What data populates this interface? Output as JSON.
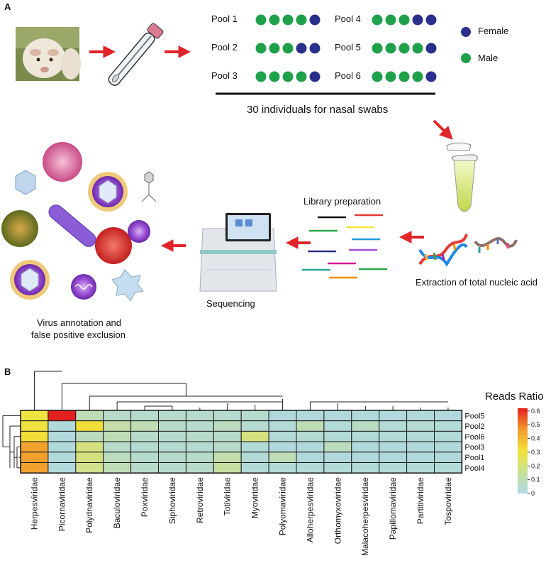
{
  "panel_a": {
    "label": "A",
    "pools": [
      {
        "name": "Pool 1",
        "dots": [
          "male",
          "male",
          "male",
          "male",
          "female"
        ]
      },
      {
        "name": "Pool 2",
        "dots": [
          "male",
          "male",
          "male",
          "female",
          "female"
        ]
      },
      {
        "name": "Pool 3",
        "dots": [
          "male",
          "male",
          "male",
          "male",
          "female"
        ]
      },
      {
        "name": "Pool 4",
        "dots": [
          "male",
          "male",
          "male",
          "female",
          "female"
        ]
      },
      {
        "name": "Pool 5",
        "dots": [
          "male",
          "male",
          "male",
          "male",
          "female"
        ]
      },
      {
        "name": "Pool 6",
        "dots": [
          "male",
          "male",
          "male",
          "male",
          "female"
        ]
      }
    ],
    "legend": {
      "female": "Female",
      "male": "Male"
    },
    "swab_caption": "30 individuals for nasal swabs",
    "library_label": "Library preparation",
    "extraction_label": "Extraction of  total nucleic acid",
    "sequencing_label": "Sequencing",
    "annotation_label_line1": "Virus annotation and",
    "annotation_label_line2": "false positive exclusion",
    "colors": {
      "female": "#2b2f8c",
      "male": "#1fa04a",
      "arrow": "#e0242a"
    }
  },
  "panel_b": {
    "label": "B"
  },
  "chart_data": {
    "type": "heatmap",
    "title": "",
    "colorbar_title": "Reads Ratio",
    "colorbar_ticks": [
      "0.6",
      "0.5",
      "0.4",
      "0.3",
      "0.2",
      "0.1",
      "0"
    ],
    "colorbar_range": [
      0,
      0.62
    ],
    "rows": [
      "Pool5",
      "Pool2",
      "Pool6",
      "Pool3",
      "Pool1",
      "Pool4"
    ],
    "columns": [
      "Herpesviridae",
      "Picornaviridae",
      "Polydnaviridae",
      "Baculoviridae",
      "Poxviridae",
      "Siphoviridae",
      "Retroviridae",
      "Totiviridae",
      "Myoviridae",
      "Polyomaviridae",
      "Alloherpesviridae",
      "Orthomyxoviridae",
      "Malacoherpesviridae",
      "Papillomaviridae",
      "Partitiviridae",
      "Tospoviridae"
    ],
    "values": [
      [
        0.3,
        0.62,
        0.1,
        0.06,
        0.05,
        0.05,
        0.05,
        0.05,
        0.05,
        0.02,
        0.02,
        0.02,
        0.02,
        0.02,
        0.02,
        0.02
      ],
      [
        0.3,
        0.02,
        0.32,
        0.12,
        0.1,
        0.06,
        0.05,
        0.08,
        0.04,
        0.03,
        0.1,
        0.03,
        0.07,
        0.03,
        0.04,
        0.03
      ],
      [
        0.32,
        0.02,
        0.08,
        0.1,
        0.06,
        0.05,
        0.06,
        0.06,
        0.2,
        0.03,
        0.04,
        0.03,
        0.03,
        0.03,
        0.03,
        0.03
      ],
      [
        0.45,
        0.02,
        0.2,
        0.06,
        0.04,
        0.04,
        0.04,
        0.06,
        0.03,
        0.02,
        0.02,
        0.08,
        0.02,
        0.02,
        0.02,
        0.02
      ],
      [
        0.45,
        0.02,
        0.2,
        0.08,
        0.05,
        0.05,
        0.06,
        0.12,
        0.03,
        0.1,
        0.02,
        0.02,
        0.02,
        0.02,
        0.02,
        0.02
      ],
      [
        0.45,
        0.02,
        0.18,
        0.1,
        0.06,
        0.05,
        0.06,
        0.14,
        0.03,
        0.03,
        0.03,
        0.03,
        0.03,
        0.03,
        0.03,
        0.03
      ]
    ]
  }
}
